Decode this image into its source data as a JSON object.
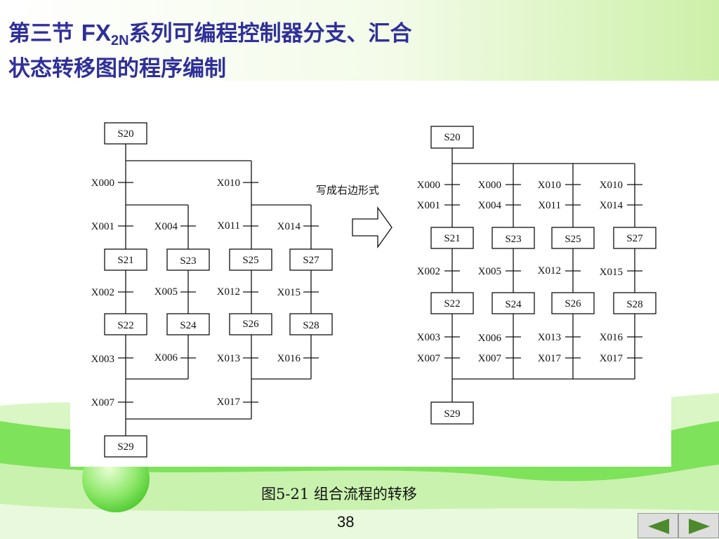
{
  "title": {
    "line1_prefix": "第三节  ",
    "line1_fx": "FX",
    "line1_sub": "2N",
    "line1_suffix": "系列可编程控制器分支、汇合",
    "line2": "状态转移图的程序编制"
  },
  "arrow_label": "写成右边形式",
  "caption": "图5-21   组合流程的转移",
  "page_number": "38",
  "nav": {
    "prev_icon": "triangle-left-icon",
    "next_icon": "triangle-right-icon"
  },
  "colors": {
    "title": "#2f2f9a",
    "green_light": "#d8f5c0",
    "green": "#5fdc3c",
    "nav_triangle": "#4c8a2c"
  },
  "left_diagram": {
    "steps": [
      "S20",
      "S21",
      "S23",
      "S25",
      "S27",
      "S22",
      "S24",
      "S26",
      "S28",
      "S29"
    ],
    "transitions": [
      "X000",
      "X010",
      "X001",
      "X004",
      "X011",
      "X014",
      "X002",
      "X005",
      "X012",
      "X015",
      "X003",
      "X006",
      "X013",
      "X016",
      "X007",
      "X017"
    ]
  },
  "right_diagram": {
    "steps": [
      "S20",
      "S21",
      "S23",
      "S25",
      "S27",
      "S22",
      "S24",
      "S26",
      "S28",
      "S29"
    ],
    "transitions": [
      "X000",
      "X000",
      "X010",
      "X010",
      "X001",
      "X004",
      "X011",
      "X014",
      "X002",
      "X005",
      "X012",
      "X015",
      "X003",
      "X006",
      "X013",
      "X016",
      "X007",
      "X007",
      "X017",
      "X017"
    ]
  }
}
